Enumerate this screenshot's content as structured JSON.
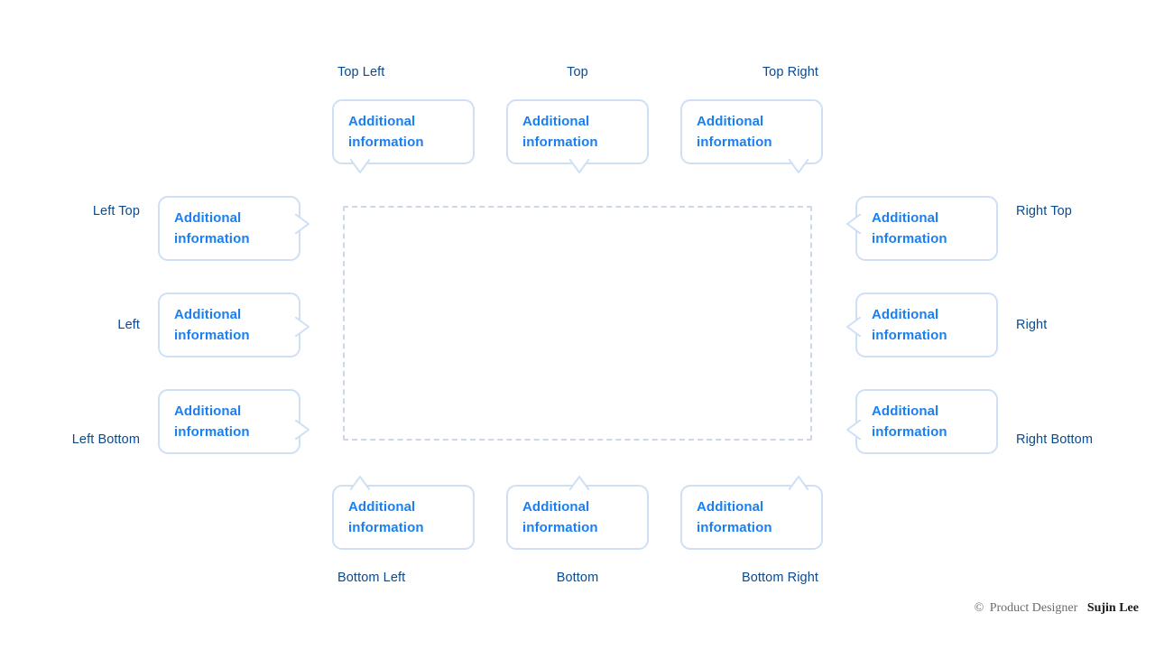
{
  "canvas": {
    "background": "#ffffff",
    "accent_text": "#1a7ff0",
    "label_color": "#0a4a8f",
    "bubble_border": "#cfe0f5",
    "dashed_border": "#ccd8ea"
  },
  "drop_area": {
    "label": ""
  },
  "tooltip_text": {
    "line1": "Additional",
    "line2": "information"
  },
  "tooltips": [
    {
      "id": "top-left",
      "label": "Top Left",
      "tail": "down",
      "tail_align": "start"
    },
    {
      "id": "top",
      "label": "Top",
      "tail": "down",
      "tail_align": "center"
    },
    {
      "id": "top-right",
      "label": "Top Right",
      "tail": "down",
      "tail_align": "end"
    },
    {
      "id": "left-top",
      "label": "Left Top",
      "tail": "right",
      "tail_align": "start"
    },
    {
      "id": "left",
      "label": "Left",
      "tail": "right",
      "tail_align": "center"
    },
    {
      "id": "left-bottom",
      "label": "Left Bottom",
      "tail": "right",
      "tail_align": "end"
    },
    {
      "id": "right-top",
      "label": "Right Top",
      "tail": "left",
      "tail_align": "start"
    },
    {
      "id": "right",
      "label": "Right",
      "tail": "left",
      "tail_align": "center"
    },
    {
      "id": "right-bottom",
      "label": "Right Bottom",
      "tail": "left",
      "tail_align": "end"
    },
    {
      "id": "bottom-left",
      "label": "Bottom Left",
      "tail": "up",
      "tail_align": "start"
    },
    {
      "id": "bottom",
      "label": "Bottom",
      "tail": "up",
      "tail_align": "center"
    },
    {
      "id": "bottom-right",
      "label": "Bottom Right",
      "tail": "up",
      "tail_align": "end"
    }
  ],
  "credit": {
    "symbol": "©",
    "role": "Product Designer",
    "name": "Sujin Lee"
  }
}
